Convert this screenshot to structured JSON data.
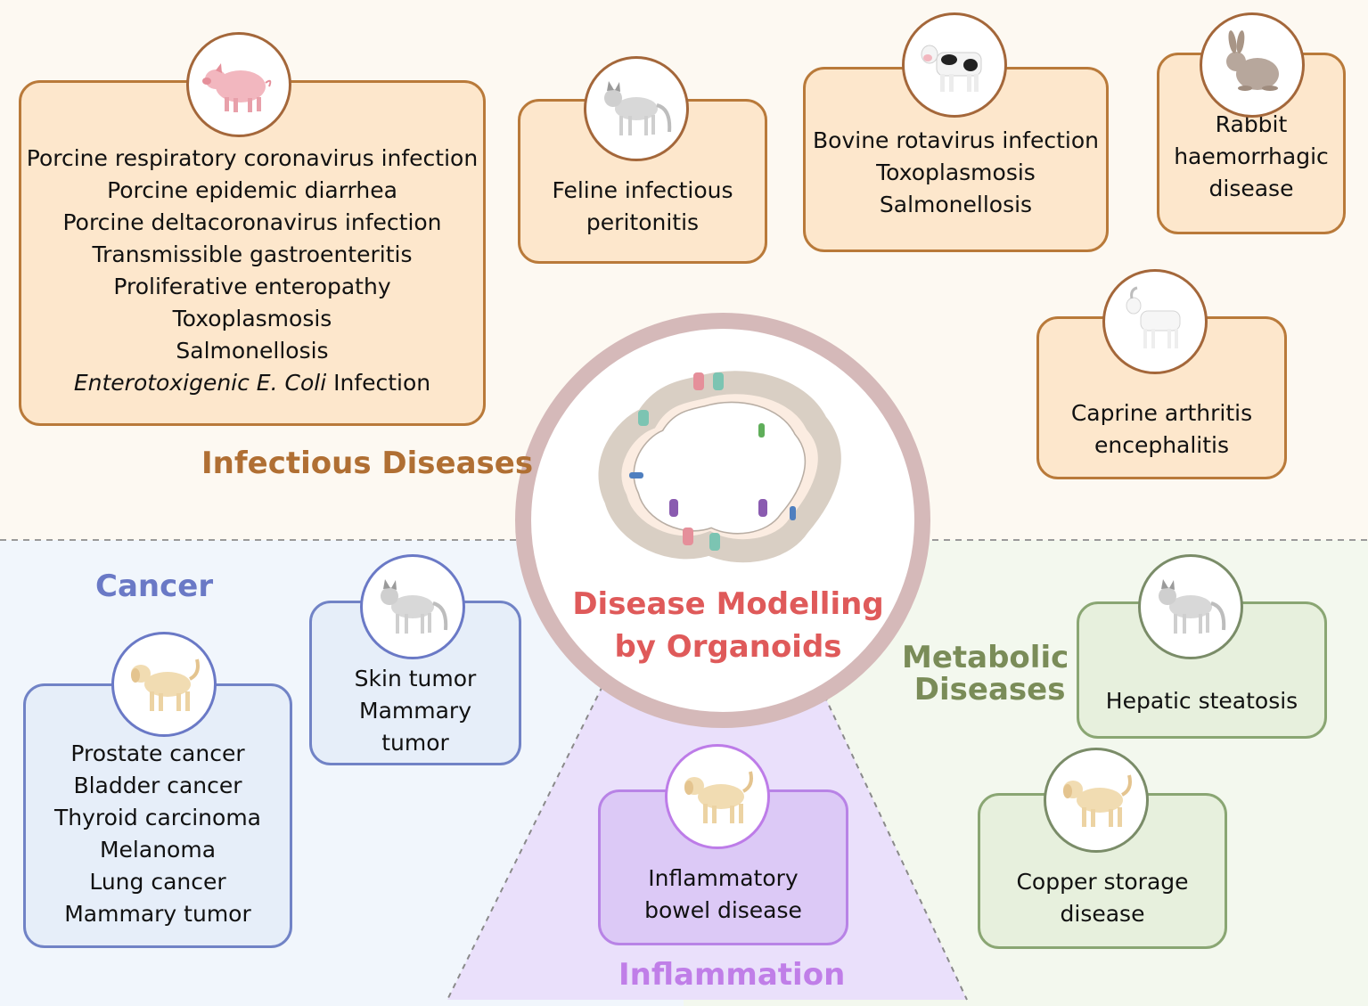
{
  "center": {
    "title_line1": "Disease Modelling",
    "title_line2": "by Organoids"
  },
  "regions": {
    "infectious": "Infectious Diseases",
    "cancer": "Cancer",
    "metabolic_line1": "Metabolic",
    "metabolic_line2": "Diseases",
    "inflammation": "Inflammation"
  },
  "colors": {
    "infectious_title": "#b06f33",
    "cancer_title": "#6a79c6",
    "metabolic_title": "#7a8c58",
    "inflammation_title": "#c07ee8",
    "center_title": "#df5a5a"
  },
  "cards": {
    "pig": {
      "animal": "pig-icon",
      "lines": [
        "Porcine respiratory coronavirus infection",
        "Porcine epidemic diarrhea",
        "Porcine deltacoronavirus infection",
        "Transmissible gastroenteritis",
        "Proliferative enteropathy",
        "Toxoplasmosis",
        "Salmonellosis"
      ],
      "etec_italic": "Enterotoxigenic E. Coli",
      "etec_rest": " Infection"
    },
    "cat_infectious": {
      "animal": "cat-icon",
      "lines": [
        "Feline infectious",
        "peritonitis"
      ]
    },
    "cow": {
      "animal": "cow-icon",
      "lines": [
        "Bovine rotavirus infection",
        "Toxoplasmosis",
        "Salmonellosis"
      ]
    },
    "rabbit": {
      "animal": "rabbit-icon",
      "lines": [
        "Rabbit",
        "haemorrhagic",
        "disease"
      ]
    },
    "goat": {
      "animal": "goat-icon",
      "lines": [
        "Caprine arthritis",
        "encephalitis"
      ]
    },
    "cat_cancer": {
      "animal": "cat-icon",
      "lines": [
        "Skin tumor",
        "Mammary",
        "tumor"
      ]
    },
    "dog_cancer": {
      "animal": "dog-icon",
      "lines": [
        "Prostate cancer",
        "Bladder cancer",
        "Thyroid carcinoma",
        "Melanoma",
        "Lung cancer",
        "Mammary tumor"
      ]
    },
    "cat_metabolic": {
      "animal": "cat-icon",
      "lines": [
        "Hepatic steatosis"
      ]
    },
    "dog_metabolic": {
      "animal": "dog-icon",
      "lines": [
        "Copper storage",
        "disease"
      ]
    },
    "dog_inflammation": {
      "animal": "dog-icon",
      "lines": [
        "Inflammatory",
        "bowel disease"
      ]
    }
  }
}
